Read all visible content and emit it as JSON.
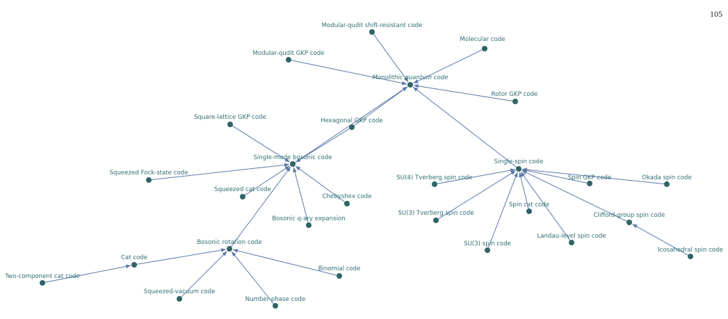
{
  "page": {
    "number": "105"
  },
  "graph": {
    "nodes": [
      {
        "id": "monolithic",
        "label": "Monolithic quantum code",
        "italic": true
      },
      {
        "id": "mq-shift",
        "label": "Modular-qudit shift-resistant code"
      },
      {
        "id": "molecular",
        "label": "Molecular code"
      },
      {
        "id": "mq-gkp",
        "label": "Modular-qudit GKP code"
      },
      {
        "id": "rotor-gkp",
        "label": "Rotor GKP code"
      },
      {
        "id": "hex-gkp",
        "label": "Hexagonal GKP code"
      },
      {
        "id": "sq-gkp",
        "label": "Square-lattice GKP code"
      },
      {
        "id": "single-mode",
        "label": "Single-mode bosonic code"
      },
      {
        "id": "sq-fock",
        "label": "Squeezed Fock-state code"
      },
      {
        "id": "sq-cat",
        "label": "Squeezed cat code"
      },
      {
        "id": "chebyshev",
        "label": "Chebyshev code"
      },
      {
        "id": "qary",
        "label": "Bosonic q-ary expansion"
      },
      {
        "id": "rotation",
        "label": "Bosonic rotation code"
      },
      {
        "id": "cat",
        "label": "Cat code"
      },
      {
        "id": "two-cat",
        "label": "Two-component cat code"
      },
      {
        "id": "binomial",
        "label": "Binomial code"
      },
      {
        "id": "sq-vac",
        "label": "Squeezed-vacuum code"
      },
      {
        "id": "number-phase",
        "label": "Number-phase code"
      },
      {
        "id": "single-spin",
        "label": "Single-spin code"
      },
      {
        "id": "su4",
        "label": "SU(4) Tverberg spin code"
      },
      {
        "id": "su3t",
        "label": "SU(3) Tverberg spin code"
      },
      {
        "id": "su3",
        "label": "SU(3) spin code"
      },
      {
        "id": "spin-cat",
        "label": "Spin cat code"
      },
      {
        "id": "landau",
        "label": "Landau-level spin code"
      },
      {
        "id": "spin-gkp",
        "label": "Spin GKP code"
      },
      {
        "id": "okada",
        "label": "Okada spin code"
      },
      {
        "id": "clifford",
        "label": "Clifford-group spin code"
      },
      {
        "id": "icosa",
        "label": "Icosahedral spin code"
      }
    ],
    "edges": [
      {
        "from": "mq-shift",
        "to": "monolithic"
      },
      {
        "from": "molecular",
        "to": "monolithic"
      },
      {
        "from": "mq-gkp",
        "to": "monolithic"
      },
      {
        "from": "rotor-gkp",
        "to": "monolithic"
      },
      {
        "from": "hex-gkp",
        "to": "monolithic"
      },
      {
        "from": "single-mode",
        "to": "monolithic"
      },
      {
        "from": "single-spin",
        "to": "monolithic"
      },
      {
        "from": "sq-gkp",
        "to": "single-mode"
      },
      {
        "from": "hex-gkp",
        "to": "single-mode"
      },
      {
        "from": "sq-fock",
        "to": "single-mode"
      },
      {
        "from": "sq-cat",
        "to": "single-mode"
      },
      {
        "from": "chebyshev",
        "to": "single-mode"
      },
      {
        "from": "qary",
        "to": "single-mode"
      },
      {
        "from": "rotation",
        "to": "single-mode"
      },
      {
        "from": "cat",
        "to": "rotation"
      },
      {
        "from": "two-cat",
        "to": "cat"
      },
      {
        "from": "binomial",
        "to": "rotation"
      },
      {
        "from": "sq-vac",
        "to": "rotation"
      },
      {
        "from": "number-phase",
        "to": "rotation"
      },
      {
        "from": "su4",
        "to": "single-spin"
      },
      {
        "from": "su3t",
        "to": "single-spin"
      },
      {
        "from": "su3",
        "to": "single-spin"
      },
      {
        "from": "spin-cat",
        "to": "single-spin"
      },
      {
        "from": "landau",
        "to": "single-spin"
      },
      {
        "from": "spin-gkp",
        "to": "single-spin"
      },
      {
        "from": "okada",
        "to": "single-spin"
      },
      {
        "from": "clifford",
        "to": "single-spin"
      },
      {
        "from": "icosa",
        "to": "clifford"
      }
    ]
  }
}
